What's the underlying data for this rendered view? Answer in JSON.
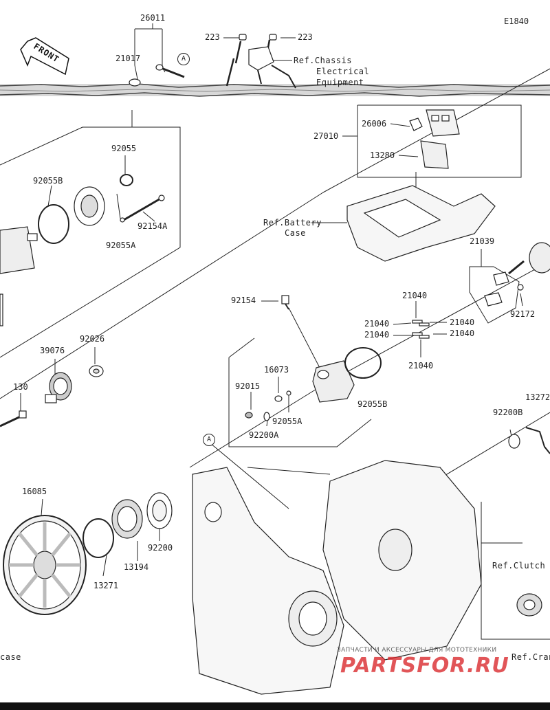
{
  "diagram_code": "E1840",
  "front_label": "FRONT",
  "markers": {
    "a": "A"
  },
  "refs": {
    "chassis_line1": "Ref.Chassis",
    "chassis_line2": "Electrical",
    "chassis_line3": "Equipment",
    "battery_line1": "Ref.Battery",
    "battery_line2": "Case",
    "clutch": "Ref.Clutch",
    "crankcase": "Ref.Crankca",
    "case_left": "case"
  },
  "parts": {
    "p26011": "26011",
    "p21017": "21017",
    "p223a": "223",
    "p223b": "223",
    "p26006": "26006",
    "p27010": "27010",
    "p13280": "13280",
    "p92055": "92055",
    "p92055b_top": "92055B",
    "p92154a": "92154A",
    "p92055a_top": "92055A",
    "p21039": "21039",
    "p92172": "92172",
    "p92154": "92154",
    "p21040_a": "21040",
    "p21040_b": "21040",
    "p21040_c": "21040",
    "p21040_d": "21040",
    "p21040_e": "21040",
    "p21040_f": "21040",
    "p39076": "39076",
    "p92026": "92026",
    "p130": "130",
    "p16073": "16073",
    "p92015": "92015",
    "p92055a_mid": "92055A",
    "p92200a": "92200A",
    "p92055b_mid": "92055B",
    "p13272": "13272",
    "p92200b": "92200B",
    "p16085": "16085",
    "p13271": "13271",
    "p13194": "13194",
    "p92200": "92200"
  },
  "watermark": {
    "caption": "ЗАПЧАСТИ И АКСЕССУАРЫ ДЛЯ МОТОТЕХНИКИ",
    "brand": "PARTSFOR.RU"
  }
}
